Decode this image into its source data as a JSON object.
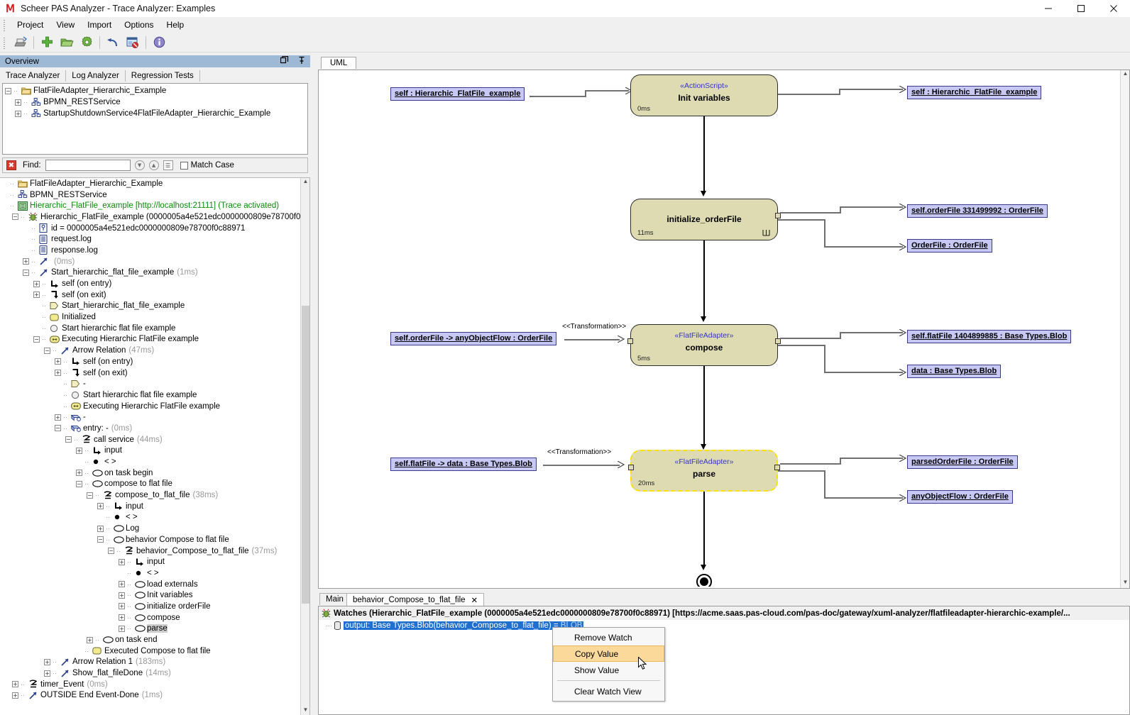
{
  "window": {
    "title": "Scheer PAS Analyzer - Trace Analyzer: Examples",
    "logo_icon": "scheer-logo-icon",
    "minimize": "—",
    "maximize": "☐",
    "close": "✕"
  },
  "menu": {
    "items": [
      "Project",
      "View",
      "Import",
      "Options",
      "Help"
    ]
  },
  "toolbar": {
    "items": [
      {
        "name": "print-icon",
        "glyph": "⎙"
      },
      {
        "name": "add-icon",
        "glyph": "✚"
      },
      {
        "name": "open-folder-icon",
        "glyph": "🗁"
      },
      {
        "name": "settings-gear-icon",
        "glyph": "⚙"
      },
      {
        "name": "undo-icon",
        "glyph": "↶"
      },
      {
        "name": "clear-trace-icon",
        "glyph": "▣"
      },
      {
        "name": "info-icon",
        "glyph": "ℹ"
      }
    ]
  },
  "overview": {
    "title": "Overview",
    "restore_icon": "restore-window-icon",
    "pin_icon": "pin-icon",
    "tabs": [
      {
        "label": "Trace Analyzer",
        "active": true
      },
      {
        "label": "Log Analyzer",
        "active": false
      },
      {
        "label": "Regression Tests",
        "active": false
      }
    ],
    "tree": [
      {
        "label": "FlatFileAdapter_Hierarchic_Example",
        "indent": 0,
        "expander": "-",
        "icon": "folder-icon"
      },
      {
        "label": "BPMN_RESTService",
        "indent": 1,
        "expander": "+",
        "icon": "service-icon"
      },
      {
        "label": "StartupShutdownService4FlatFileAdapter_Hierarchic_Example",
        "indent": 1,
        "expander": "+",
        "icon": "service-icon"
      }
    ]
  },
  "find": {
    "close_icon": "close-find-icon",
    "label": "Find:",
    "value": "",
    "placeholder": "",
    "next_icon": "find-next-icon",
    "prev_icon": "find-prev-icon",
    "list_icon": "find-list-icon",
    "match_case_label": "Match Case",
    "match_case_checked": false
  },
  "trace_tree": [
    {
      "indent": 0,
      "exp": "",
      "icon": "folder-icon",
      "label": "FlatFileAdapter_Hierarchic_Example",
      "ms": ""
    },
    {
      "indent": 0,
      "exp": "",
      "icon": "service-icon",
      "label": "BPMN_RESTService",
      "ms": ""
    },
    {
      "indent": 0,
      "exp": "",
      "icon": "deployed-icon",
      "label": "Hierarchic_FlatFile_example [http://localhost:21111] (Trace activated)",
      "ms": "",
      "green": true
    },
    {
      "indent": 1,
      "exp": "-",
      "icon": "bug-icon",
      "label": "Hierarchic_FlatFile_example (0000005a4e521edc0000000809e78700f0c88971)",
      "ms": ""
    },
    {
      "indent": 2,
      "exp": "",
      "icon": "id-icon",
      "label": "id = 0000005a4e521edc0000000809e78700f0c88971",
      "ms": ""
    },
    {
      "indent": 2,
      "exp": "",
      "icon": "log-icon",
      "label": "request.log",
      "ms": ""
    },
    {
      "indent": 2,
      "exp": "",
      "icon": "log-icon",
      "label": "response.log",
      "ms": ""
    },
    {
      "indent": 2,
      "exp": "+",
      "icon": "arrow-icon",
      "label": "",
      "ms": "(0ms)"
    },
    {
      "indent": 2,
      "exp": "-",
      "icon": "arrow-icon",
      "label": "Start_hierarchic_flat_file_example",
      "ms": "(1ms)"
    },
    {
      "indent": 3,
      "exp": "+",
      "icon": "entry-icon",
      "label": "self (on entry)",
      "ms": ""
    },
    {
      "indent": 3,
      "exp": "+",
      "icon": "exit-icon",
      "label": "self (on exit)",
      "ms": ""
    },
    {
      "indent": 3,
      "exp": "",
      "icon": "flag-icon",
      "label": "Start_hierarchic_flat_file_example",
      "ms": ""
    },
    {
      "indent": 3,
      "exp": "",
      "icon": "state-icon",
      "label": "Initialized",
      "ms": ""
    },
    {
      "indent": 3,
      "exp": "",
      "icon": "circle-icon",
      "label": "Start hierarchic flat file example",
      "ms": ""
    },
    {
      "indent": 3,
      "exp": "-",
      "icon": "exec-icon",
      "label": "Executing Hierarchic FlatFile example",
      "ms": ""
    },
    {
      "indent": 4,
      "exp": "-",
      "icon": "arrow-icon",
      "label": "Arrow Relation",
      "ms": "(47ms)"
    },
    {
      "indent": 5,
      "exp": "+",
      "icon": "entry-icon",
      "label": "self (on entry)",
      "ms": ""
    },
    {
      "indent": 5,
      "exp": "+",
      "icon": "exit-icon",
      "label": "self (on exit)",
      "ms": ""
    },
    {
      "indent": 5,
      "exp": "",
      "icon": "flag-icon",
      "label": "-",
      "ms": ""
    },
    {
      "indent": 5,
      "exp": "",
      "icon": "circle-icon",
      "label": "Start hierarchic flat file example",
      "ms": ""
    },
    {
      "indent": 5,
      "exp": "",
      "icon": "exec-icon",
      "label": "Executing Hierarchic FlatFile example",
      "ms": ""
    },
    {
      "indent": 5,
      "exp": "+",
      "icon": "entryop-icon",
      "label": "-",
      "ms": ""
    },
    {
      "indent": 5,
      "exp": "-",
      "icon": "entryop-icon",
      "label": "entry: -",
      "ms": "(0ms)"
    },
    {
      "indent": 6,
      "exp": "-",
      "icon": "svc-icon",
      "label": "call service",
      "ms": "(44ms)"
    },
    {
      "indent": 7,
      "exp": "+",
      "icon": "entry-icon",
      "label": "input",
      "ms": ""
    },
    {
      "indent": 7,
      "exp": "",
      "icon": "dot-icon",
      "label": "< >",
      "ms": ""
    },
    {
      "indent": 7,
      "exp": "+",
      "icon": "oval-icon",
      "label": "on task begin",
      "ms": ""
    },
    {
      "indent": 7,
      "exp": "-",
      "icon": "oval-icon",
      "label": "compose to flat file",
      "ms": ""
    },
    {
      "indent": 8,
      "exp": "-",
      "icon": "svc-icon",
      "label": "compose_to_flat_file",
      "ms": "(38ms)"
    },
    {
      "indent": 9,
      "exp": "+",
      "icon": "entry-icon",
      "label": "input",
      "ms": ""
    },
    {
      "indent": 9,
      "exp": "",
      "icon": "dot-icon",
      "label": "< >",
      "ms": ""
    },
    {
      "indent": 9,
      "exp": "+",
      "icon": "oval-icon",
      "label": "Log",
      "ms": ""
    },
    {
      "indent": 9,
      "exp": "-",
      "icon": "oval-icon",
      "label": "behavior Compose to flat file",
      "ms": ""
    },
    {
      "indent": 10,
      "exp": "-",
      "icon": "svc-icon",
      "label": "behavior_Compose_to_flat_file",
      "ms": "(37ms)"
    },
    {
      "indent": 11,
      "exp": "+",
      "icon": "entry-icon",
      "label": "input",
      "ms": ""
    },
    {
      "indent": 11,
      "exp": "",
      "icon": "dot-icon",
      "label": "< >",
      "ms": ""
    },
    {
      "indent": 11,
      "exp": "+",
      "icon": "oval-icon",
      "label": "load externals",
      "ms": ""
    },
    {
      "indent": 11,
      "exp": "+",
      "icon": "oval-icon",
      "label": "Init variables",
      "ms": ""
    },
    {
      "indent": 11,
      "exp": "+",
      "icon": "oval-icon",
      "label": "initialize orderFile",
      "ms": ""
    },
    {
      "indent": 11,
      "exp": "+",
      "icon": "oval-icon",
      "label": "compose",
      "ms": ""
    },
    {
      "indent": 11,
      "exp": "+",
      "icon": "oval-icon",
      "label": "parse",
      "ms": "",
      "selected": true
    },
    {
      "indent": 8,
      "exp": "+",
      "icon": "oval-icon",
      "label": "on task end",
      "ms": ""
    },
    {
      "indent": 7,
      "exp": "",
      "icon": "state-icon",
      "label": "Executed Compose to flat file",
      "ms": ""
    },
    {
      "indent": 4,
      "exp": "+",
      "icon": "arrow-icon",
      "label": "Arrow Relation 1",
      "ms": "(183ms)"
    },
    {
      "indent": 4,
      "exp": "+",
      "icon": "arrow-icon",
      "label": "Show_flat_fileDone",
      "ms": "(14ms)"
    },
    {
      "indent": 1,
      "exp": "+",
      "icon": "svc-icon",
      "label": "timer_Event",
      "ms": "(0ms)"
    },
    {
      "indent": 1,
      "exp": "+",
      "icon": "arrow-icon",
      "label": "OUTSIDE End Event-Done",
      "ms": "(1ms)"
    }
  ],
  "uml": {
    "tab_label": "UML",
    "nodes": [
      {
        "id": "init",
        "stereotype": "«ActionScript»",
        "name": "Init variables",
        "ms": "0ms",
        "selected": false
      },
      {
        "id": "initof",
        "stereotype": "",
        "name": "initialize_orderFile",
        "ms": "11ms",
        "selected": false
      },
      {
        "id": "compose",
        "stereotype": "«FlatFileAdapter»",
        "name": "compose",
        "ms": "5ms",
        "selected": false
      },
      {
        "id": "parse",
        "stereotype": "«FlatFileAdapter»",
        "name": "parse",
        "ms": "20ms",
        "selected": true
      }
    ],
    "objects": [
      {
        "id": "o1",
        "label": "self : Hierarchic_FlatFile_example"
      },
      {
        "id": "o2",
        "label": "self : Hierarchic_FlatFile_example"
      },
      {
        "id": "o3",
        "label": "self.orderFile 331499992 : OrderFile"
      },
      {
        "id": "o4",
        "label": "OrderFile : OrderFile"
      },
      {
        "id": "o5",
        "label": "self.orderFile -> anyObjectFlow : OrderFile"
      },
      {
        "id": "o6",
        "label": "self.flatFile 1404899885 : Base Types.Blob"
      },
      {
        "id": "o7",
        "label": "data : Base Types.Blob"
      },
      {
        "id": "o8",
        "label": "self.flatFile -> data : Base Types.Blob"
      },
      {
        "id": "o9",
        "label": "parsedOrderFile : OrderFile"
      },
      {
        "id": "o10",
        "label": "anyObjectFlow : OrderFile"
      }
    ],
    "edge_labels": [
      {
        "id": "t1",
        "text": "<<Transformation>>"
      },
      {
        "id": "t2",
        "text": "<<Transformation>>"
      }
    ],
    "end_node_name": "final-node"
  },
  "bottom": {
    "tabs": [
      {
        "label": "Main",
        "active": false,
        "closable": false
      },
      {
        "label": "behavior_Compose_to_flat_file",
        "active": true,
        "closable": true,
        "close_glyph": "✕"
      }
    ],
    "watches_header": "Watches (Hierarchic_FlatFile_example (0000005a4e521edc0000000809e78700f0c88971) [https://acme.saas.pas-cloud.com/pas-doc/gateway/xuml-analyzer/flatfileadapter-hierarchic-example/...",
    "watch_rows": [
      {
        "icon": "blob-icon",
        "label": "output: Base Types.Blob(behavior_Compose_to_flat_file) = ",
        "value": "BLOB",
        "selected": true
      }
    ]
  },
  "context_menu": {
    "items": [
      {
        "label": "Remove Watch",
        "highlighted": false
      },
      {
        "label": "Copy Value",
        "highlighted": true
      },
      {
        "label": "Show Value",
        "highlighted": false
      },
      {
        "separator": true
      },
      {
        "label": "Clear Watch View",
        "highlighted": false
      }
    ]
  }
}
